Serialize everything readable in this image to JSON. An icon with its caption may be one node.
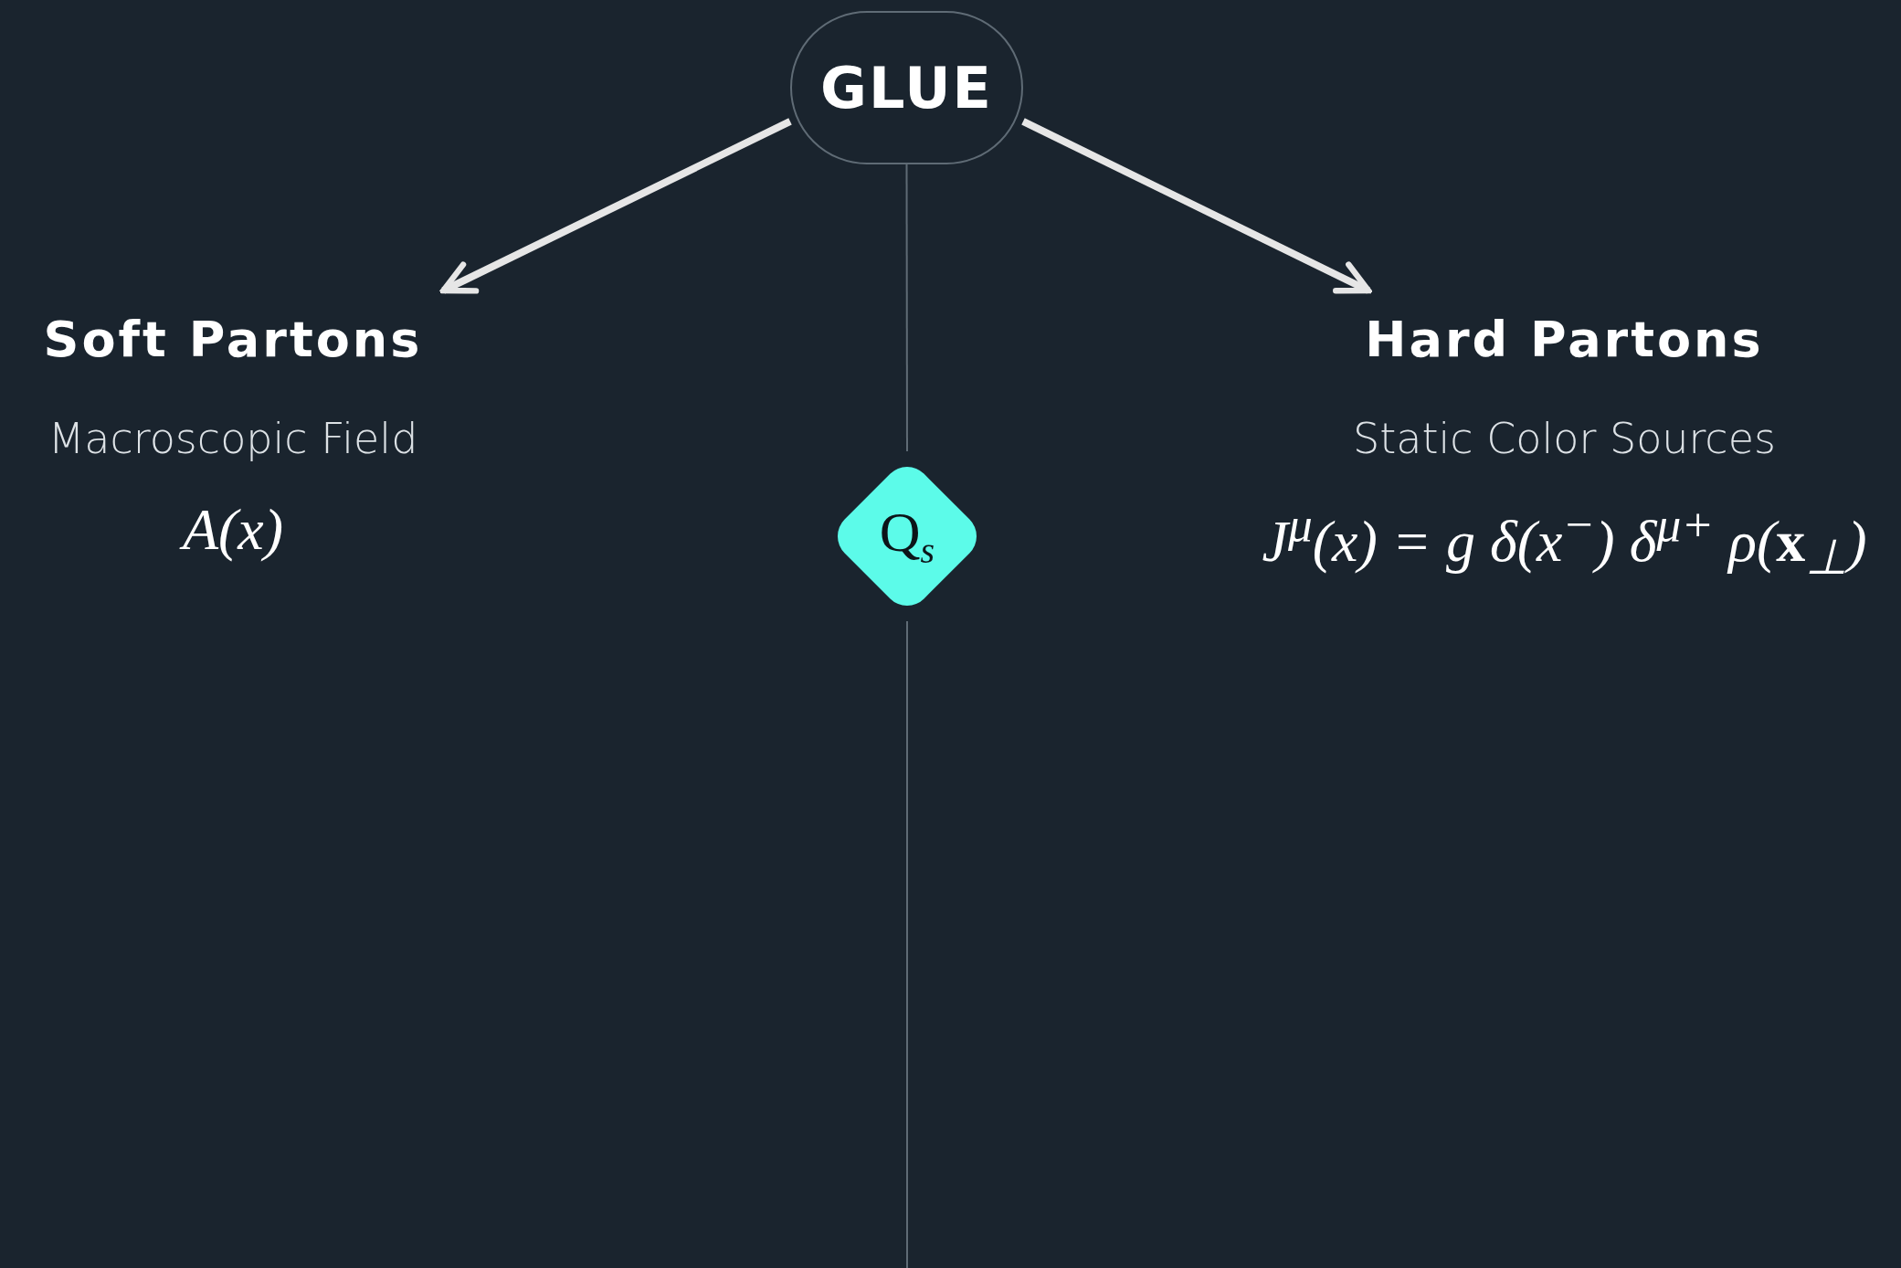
{
  "diagram": {
    "nodes": [
      {
        "text": [
          "GLUE"
        ]
      },
      {
        "text": [
          "Soft Partons",
          "Macroscopic Field",
          "A(x)"
        ]
      },
      {
        "text": [
          "Hard Partons",
          "Static Color Sources",
          "J$^{μ}$(x) = g δ(x$^{−}$) δ$^{μ+}$ ρ(**x**$_{⊥}$)"
        ]
      },
      {
        "text": [
          "Q$_{s}$"
        ]
      }
    ],
    "edges": [
      {
        "from": 0,
        "to": 1,
        "arrow": "to",
        "style": "thick"
      },
      {
        "from": 0,
        "to": 2,
        "arrow": "to",
        "style": "thick"
      },
      {
        "from": 0,
        "to": 3,
        "arrow": "none",
        "color": "#5f6b75"
      },
      {
        "from": 3,
        "to": null,
        "arrow": "none",
        "color": "#5f6b75"
      }
    ]
  }
}
